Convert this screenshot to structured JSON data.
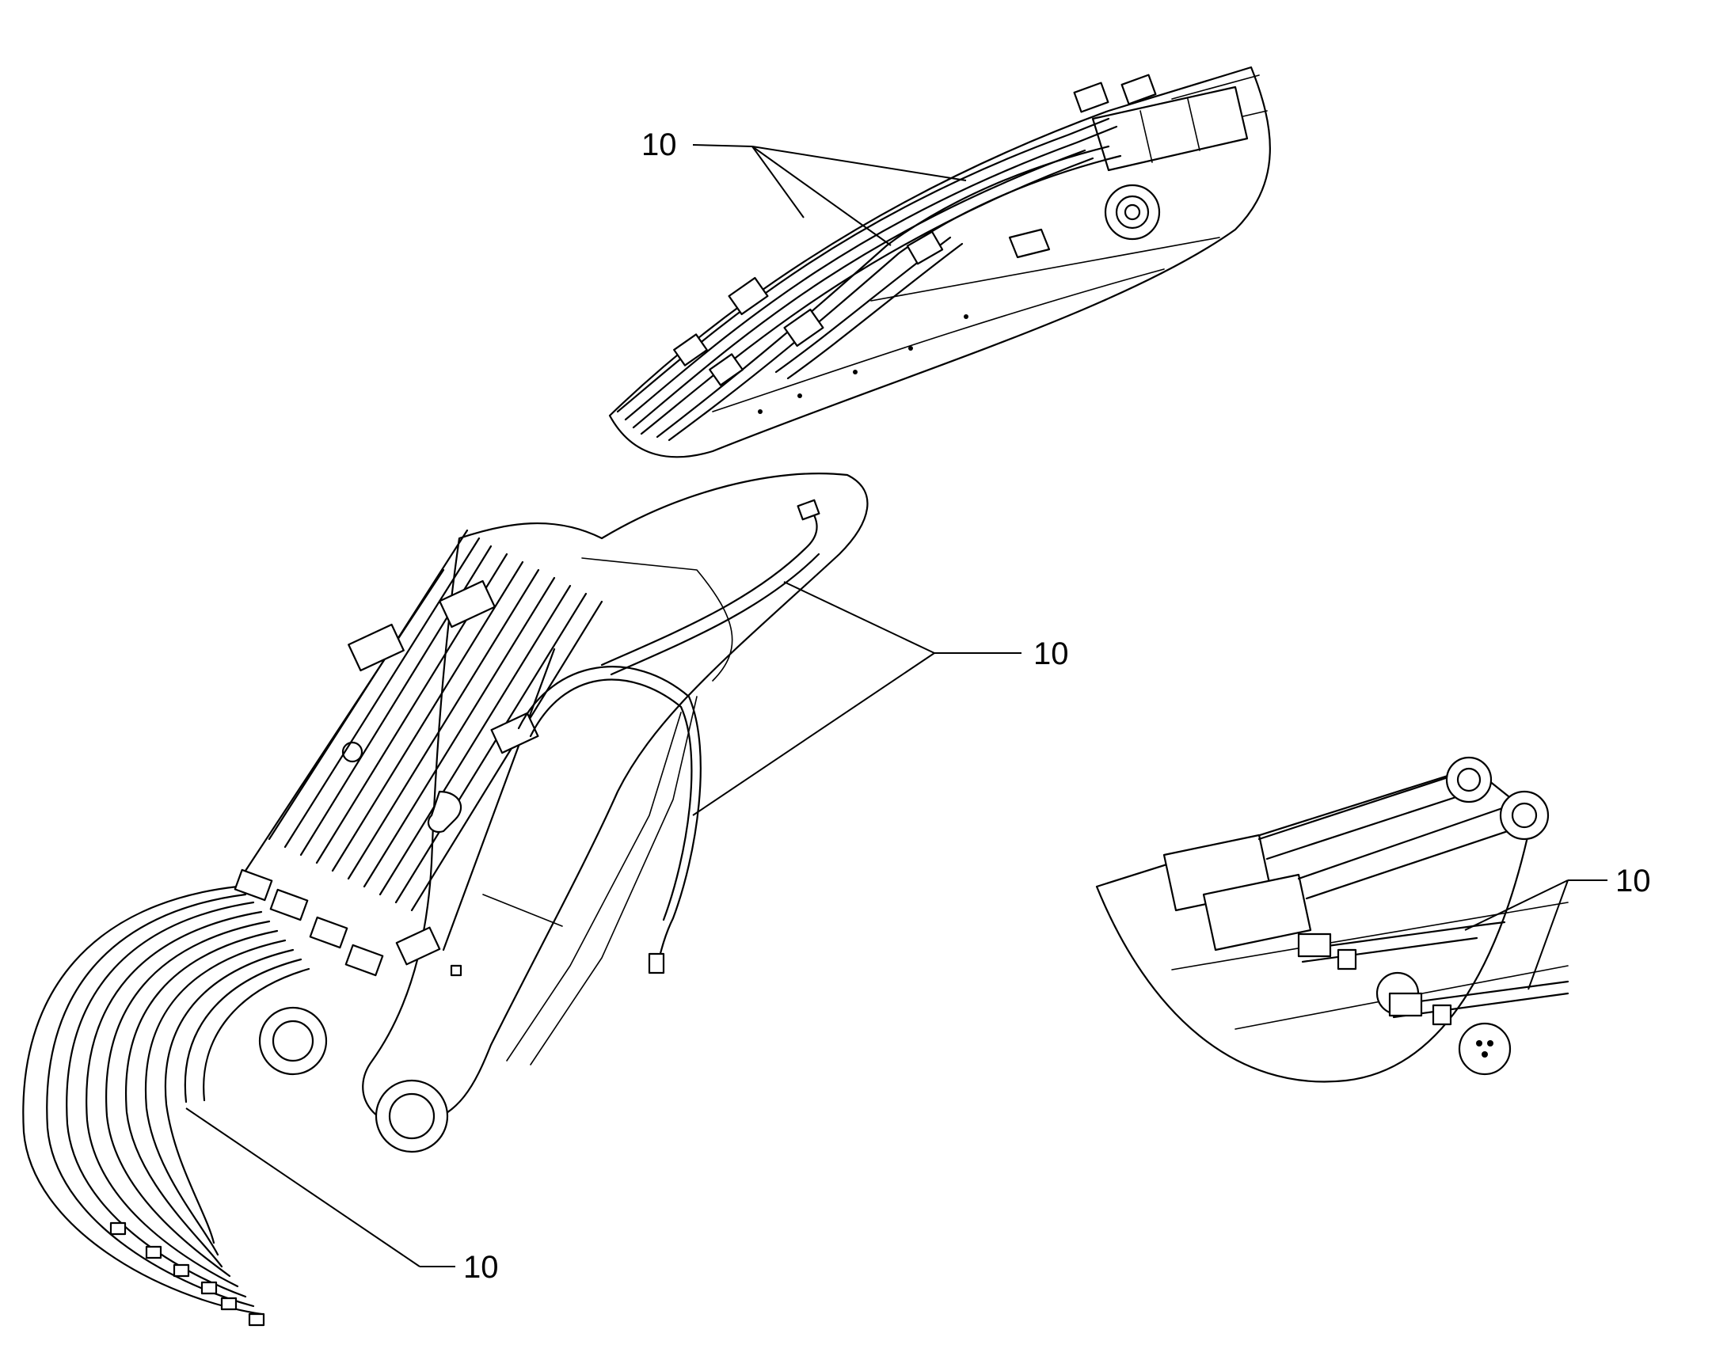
{
  "diagram": {
    "callouts": [
      {
        "id": "top-assembly",
        "label": "10"
      },
      {
        "id": "boom-assembly",
        "label": "10"
      },
      {
        "id": "hose-bundle",
        "label": "10"
      },
      {
        "id": "cylinder-assembly",
        "label": "10"
      }
    ]
  },
  "colors": {
    "line": "#000000",
    "background": "#ffffff"
  }
}
